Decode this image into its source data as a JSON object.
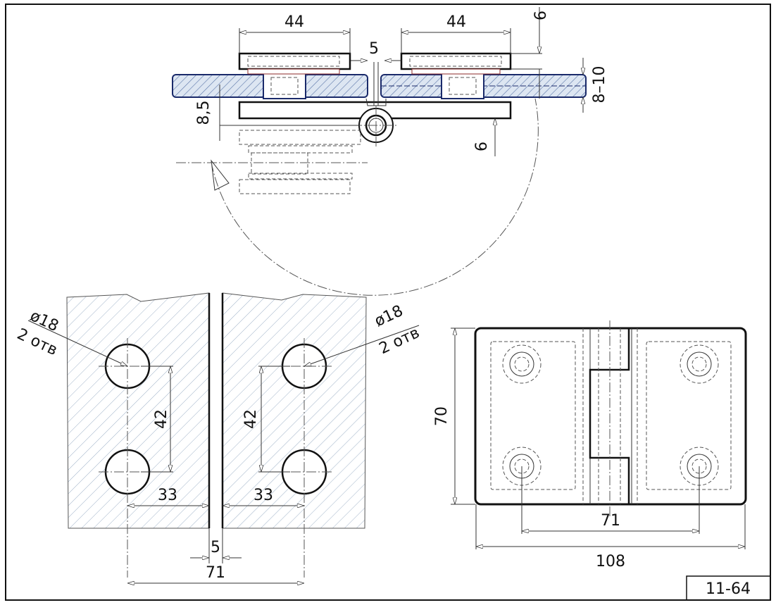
{
  "drawing": {
    "code": "11-64",
    "top_view": {
      "plate_width_left": "44",
      "plate_width_right": "44",
      "gap": "5",
      "plate_thickness_top": "6",
      "glass_thickness": "8–10",
      "axis_offset": "8,5",
      "plate_thickness_bottom": "6"
    },
    "glass_view": {
      "hole_left": {
        "diameter": "ø18",
        "count": "2 отв"
      },
      "hole_right": {
        "diameter": "ø18",
        "count": "2 отв"
      },
      "hole_spacing_left": "42",
      "hole_spacing_right": "42",
      "edge_offset_left": "33",
      "edge_offset_right": "33",
      "gap": "5",
      "hole_center_distance": "71"
    },
    "hinge_view": {
      "height": "70",
      "hole_distance": "71",
      "width": "108"
    }
  }
}
